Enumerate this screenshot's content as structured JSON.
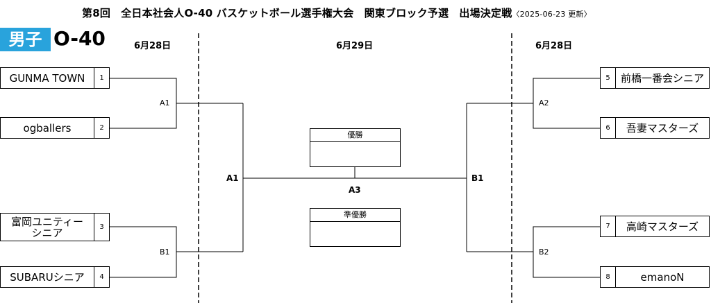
{
  "header": {
    "title": "第8回　全日本社会人O-40 バスケットボール選手権大会　関東ブロック予選　出場決定戦",
    "update_note": "〈2025-06-23  更新〉"
  },
  "category": {
    "badge": "男子",
    "label": "O-40"
  },
  "dates": {
    "left": "6月28日",
    "center": "6月29日",
    "right": "6月28日"
  },
  "teams": [
    {
      "seed": "1",
      "name": "GUNMA TOWN"
    },
    {
      "seed": "2",
      "name": "ogballers"
    },
    {
      "seed": "3",
      "name": "富岡ユニティー\nシニア"
    },
    {
      "seed": "4",
      "name": "SUBARUシニア"
    },
    {
      "seed": "5",
      "name": "前橋一番会シニア"
    },
    {
      "seed": "6",
      "name": "吾妻マスターズ"
    },
    {
      "seed": "7",
      "name": "高崎マスターズ"
    },
    {
      "seed": "8",
      "name": "emanoN"
    }
  ],
  "games": {
    "a1_small": "A1",
    "b1_small": "B1",
    "a2_small": "A2",
    "b2_small": "B2",
    "a1_final": "A1",
    "b1_final": "B1",
    "final": "A3"
  },
  "results": {
    "winner_label": "優勝",
    "runner_up_label": "準優勝"
  },
  "colors": {
    "badge": "#29a3dc",
    "lines": "#000000"
  }
}
